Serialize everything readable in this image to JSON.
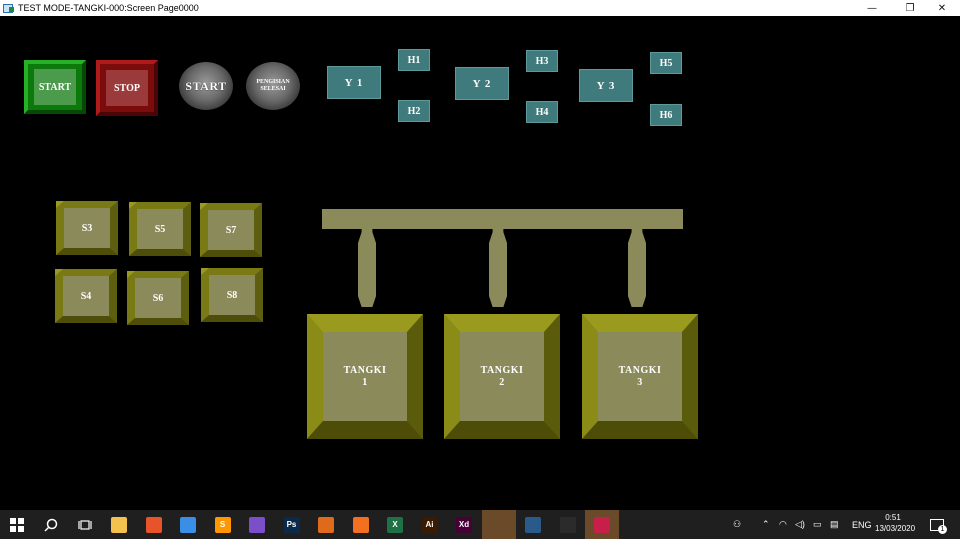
{
  "window": {
    "title": "TEST MODE-TANGKI-000:Screen Page0000",
    "minimize_glyph": "—",
    "restore_glyph": "❐",
    "close_glyph": "✕"
  },
  "controls": {
    "start_label": "START",
    "stop_label": "STOP",
    "round_start_label": "START",
    "round_done_line1": "PENGISIAN",
    "round_done_line2": "SELESAI"
  },
  "valves": {
    "y1": "Y 1",
    "y2": "Y 2",
    "y3": "Y 3",
    "h1": "H1",
    "h2": "H2",
    "h3": "H3",
    "h4": "H4",
    "h5": "H5",
    "h6": "H6"
  },
  "sensors": {
    "s3": "S3",
    "s5": "S5",
    "s7": "S7",
    "s4": "S4",
    "s6": "S6",
    "s8": "S8"
  },
  "tanks": [
    {
      "line1": "TANGKI",
      "line2": "1"
    },
    {
      "line1": "TANGKI",
      "line2": "2"
    },
    {
      "line1": "TANGKI",
      "line2": "3"
    }
  ],
  "taskbar": {
    "language": "ENG",
    "time": "0:51",
    "date": "13/03/2020",
    "notification_count": "1",
    "apps": [
      {
        "name": "file-explorer",
        "color": "#f2c14e",
        "glyph": ""
      },
      {
        "name": "snip",
        "color": "#e8542a",
        "glyph": ""
      },
      {
        "name": "chrome",
        "color": "#3b8ee6",
        "glyph": ""
      },
      {
        "name": "sublime",
        "color": "#ff9800",
        "glyph": "S"
      },
      {
        "name": "visual-studio",
        "color": "#7b4fc9",
        "glyph": ""
      },
      {
        "name": "photoshop",
        "color": "#0b2a4a",
        "glyph": "Ps"
      },
      {
        "name": "matlab",
        "color": "#e06a1b",
        "glyph": ""
      },
      {
        "name": "xampp",
        "color": "#f37021",
        "glyph": ""
      },
      {
        "name": "excel",
        "color": "#1e7145",
        "glyph": "X"
      },
      {
        "name": "illustrator",
        "color": "#3a1a00",
        "glyph": "Ai"
      },
      {
        "name": "xd",
        "color": "#470137",
        "glyph": "Xd"
      },
      {
        "name": "plc-tool",
        "color": "#6b4a2a",
        "glyph": ""
      },
      {
        "name": "hmi-tool",
        "color": "#2a5a8a",
        "glyph": ""
      },
      {
        "name": "runtime-tool",
        "color": "#2b2b2b",
        "glyph": ""
      },
      {
        "name": "test-mode",
        "color": "#c81e4a",
        "glyph": ""
      }
    ]
  }
}
